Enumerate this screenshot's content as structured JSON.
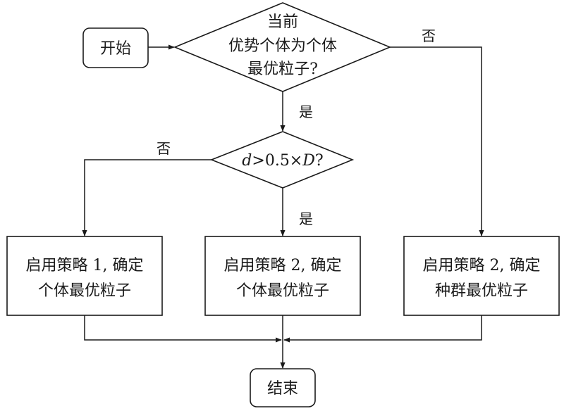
{
  "diagram": {
    "nodes": {
      "start": {
        "label": "开始"
      },
      "decision1": {
        "lines": [
          "当前",
          "优势个体为个体",
          "最优粒子?"
        ]
      },
      "decision2": {
        "var_d": "d",
        "mid": ">0.5×",
        "var_D": "D",
        "tail": "?"
      },
      "box1": {
        "lines": [
          "启用策略 1, 确定",
          "个体最优粒子"
        ]
      },
      "box2": {
        "lines": [
          "启用策略 2, 确定",
          "个体最优粒子"
        ]
      },
      "box3": {
        "lines": [
          "启用策略 2, 确定",
          "种群最优粒子"
        ]
      },
      "end": {
        "label": "结束"
      }
    },
    "edges": {
      "d1_no": "否",
      "d1_yes": "是",
      "d2_no": "否",
      "d2_yes": "是"
    }
  },
  "colors": {
    "line": "#1a1a1a",
    "background": "#ffffff"
  }
}
